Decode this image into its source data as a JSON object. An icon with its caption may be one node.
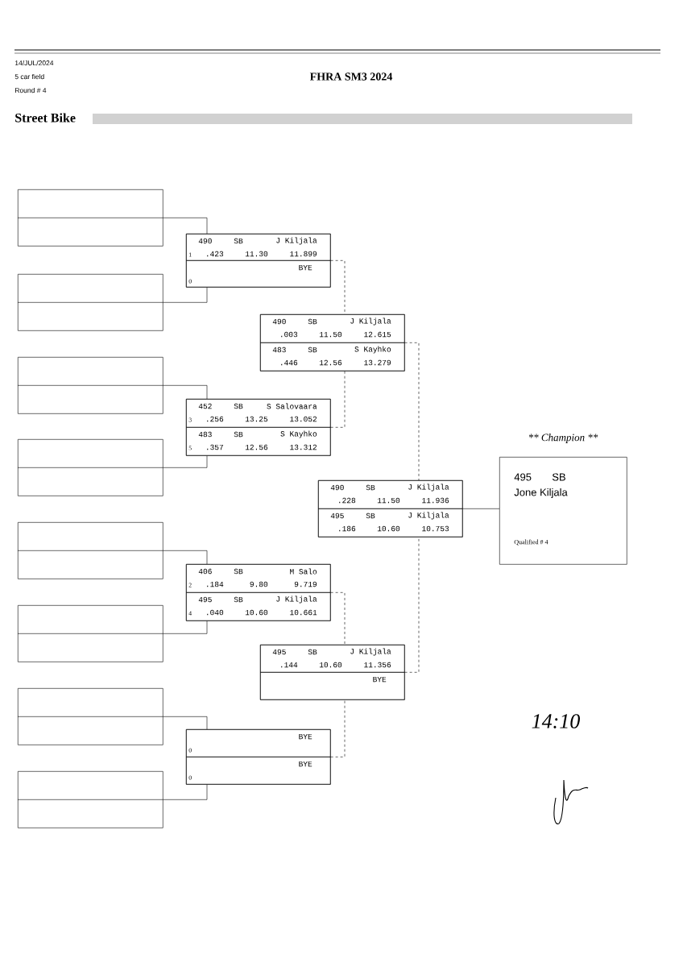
{
  "diagram": {
    "title": "FHRA SM3 2024",
    "nodes": [
      {
        "text": [],
        "shape": "box"
      },
      {
        "text": [],
        "shape": "box"
      },
      {
        "text": [],
        "shape": "box"
      },
      {
        "text": [],
        "shape": "box"
      },
      {
        "text": [],
        "shape": "box"
      },
      {
        "text": [],
        "shape": "box"
      },
      {
        "text": [],
        "shape": "box"
      },
      {
        "text": [],
        "shape": "box"
      },
      {
        "text": [],
        "shape": "box"
      },
      {
        "text": [
          "490",
          "SB",
          "J Kiljala",
          "1",
          ".423",
          "11.30",
          "11.899"
        ],
        "in": 8
      },
      {
        "text": [
          "BYE",
          "0"
        ],
        "in": 8
      },
      {
        "text": [],
        "shape": "box"
      },
      {
        "text": [
          "490",
          "SB",
          "J Kiljala",
          ".003",
          "11.50",
          "12.615"
        ],
        "in": 11
      },
      {
        "text": [
          "483",
          "SB",
          "S Kayhko",
          ".446",
          "12.56",
          "13.279"
        ],
        "in": 11
      },
      {
        "text": [],
        "shape": "box"
      },
      {
        "text": [
          "452",
          "SB",
          "S Salovaara",
          "3",
          ".256",
          "13.25",
          "13.052"
        ],
        "in": 14
      },
      {
        "text": [
          "483",
          "SB",
          "S Kayhko",
          "5",
          ".357",
          "12.56",
          "13.312"
        ],
        "in": 14
      },
      {
        "text": [],
        "shape": "box"
      },
      {
        "text": [
          "490",
          "SB",
          "J Kiljala",
          ".228",
          "11.50",
          "11.936"
        ],
        "in": 17
      },
      {
        "text": [
          "495",
          "SB",
          "J Kiljala",
          ".186",
          "10.60",
          "10.753"
        ],
        "in": 17
      },
      {
        "text": [
          "** Champion **",
          "495",
          "SB",
          "Jone Kiljala",
          "Qualified # 4"
        ]
      },
      {
        "text": [],
        "shape": "box"
      },
      {
        "text": [
          "406",
          "SB",
          "M Salo",
          "2",
          ".184",
          "9.80",
          "9.719"
        ],
        "in": 21
      },
      {
        "text": [
          "495",
          "SB",
          "J Kiljala",
          "4",
          ".040",
          "10.60",
          "10.661"
        ],
        "in": 21
      },
      {
        "text": [],
        "shape": "box"
      },
      {
        "text": [
          "495",
          "SB",
          "J Kiljala",
          ".144",
          "10.60",
          "11.356"
        ],
        "in": 24
      },
      {
        "text": [
          "BYE"
        ],
        "in": 24
      },
      {
        "text": [],
        "shape": "box"
      },
      {
        "text": [
          "BYE",
          "0"
        ],
        "in": 27
      },
      {
        "text": [
          "BYE",
          "0"
        ],
        "in": 27
      }
    ],
    "edges": [
      {
        "from": 0,
        "to": 8,
        "arrow": "none"
      },
      {
        "from": 1,
        "to": 8,
        "arrow": "none"
      },
      {
        "from": 2,
        "to": 14,
        "arrow": "none"
      },
      {
        "from": 3,
        "to": 14,
        "arrow": "none"
      },
      {
        "from": 4,
        "to": 21,
        "arrow": "none"
      },
      {
        "from": 5,
        "to": 21,
        "arrow": "none"
      },
      {
        "from": 6,
        "to": 27,
        "arrow": "none"
      },
      {
        "from": 7,
        "to": 27,
        "arrow": "none"
      },
      {
        "from": 8,
        "to": 11,
        "arrow": "none",
        "style": "dashed"
      },
      {
        "from": 14,
        "to": 11,
        "arrow": "none",
        "style": "dashed"
      },
      {
        "from": 21,
        "to": 24,
        "arrow": "none",
        "style": "dashed"
      },
      {
        "from": 27,
        "to": 24,
        "arrow": "none",
        "style": "dashed"
      },
      {
        "from": 11,
        "to": 17,
        "arrow": "none",
        "style": "dashed"
      },
      {
        "from": 24,
        "to": 17,
        "arrow": "none",
        "style": "dashed"
      },
      {
        "from": 17,
        "to": 20,
        "arrow": "none"
      }
    ],
    "labels": [
      "14/JUL/2024",
      "5 car field",
      "Round # 4",
      "Street Bike",
      "14:10"
    ]
  }
}
